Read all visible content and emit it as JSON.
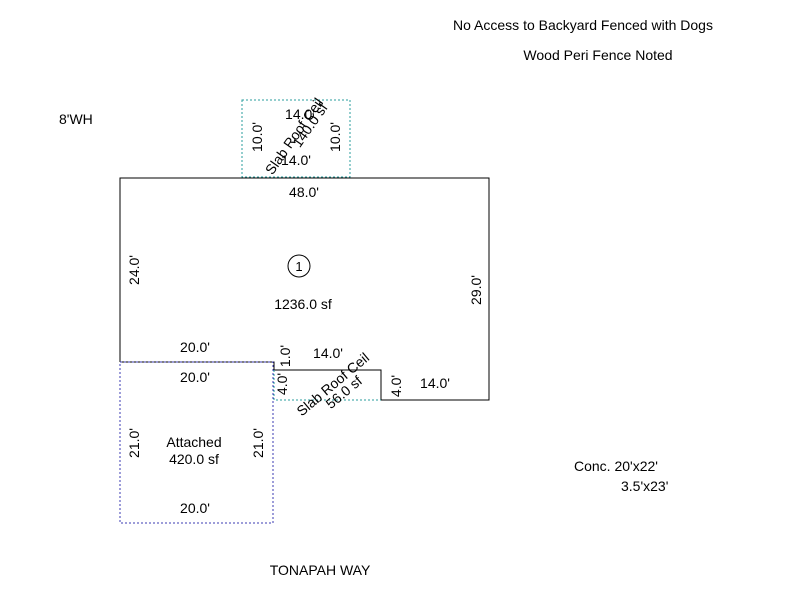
{
  "notes": {
    "line1": "No Access to Backyard Fenced with Dogs",
    "line2": "Wood Peri Fence Noted",
    "wh": "8'WH",
    "concrete1": "Conc. 20'x22'",
    "concrete2": "3.5'x23'",
    "street": "TONAPAH WAY"
  },
  "colors": {
    "main_outline": "#000000",
    "patio_outline": "#2a9d9d",
    "garage_outline": "#3b3bb3"
  },
  "main": {
    "top": "48.0'",
    "left": "24.0'",
    "right": "29.0'",
    "bottom_left": "20.0'",
    "notch_top": "14.0'",
    "notch_vertical": "1.0'",
    "bottom_right": "14.0'",
    "area": "1236.0 sf",
    "marker": "1"
  },
  "top_patio": {
    "top": "14.0'",
    "bottom": "14.0'",
    "left": "10.0'",
    "right": "10.0'",
    "label": "Slab Roof Ceil",
    "area": "140.0 sf"
  },
  "bottom_patio": {
    "left": "4.0'",
    "right": "4.0'",
    "label": "Slab Roof Ceil",
    "area": "56.0 sf"
  },
  "garage": {
    "top": "20.0'",
    "bottom": "20.0'",
    "left": "21.0'",
    "right": "21.0'",
    "label": "Attached",
    "area": "420.0 sf"
  }
}
